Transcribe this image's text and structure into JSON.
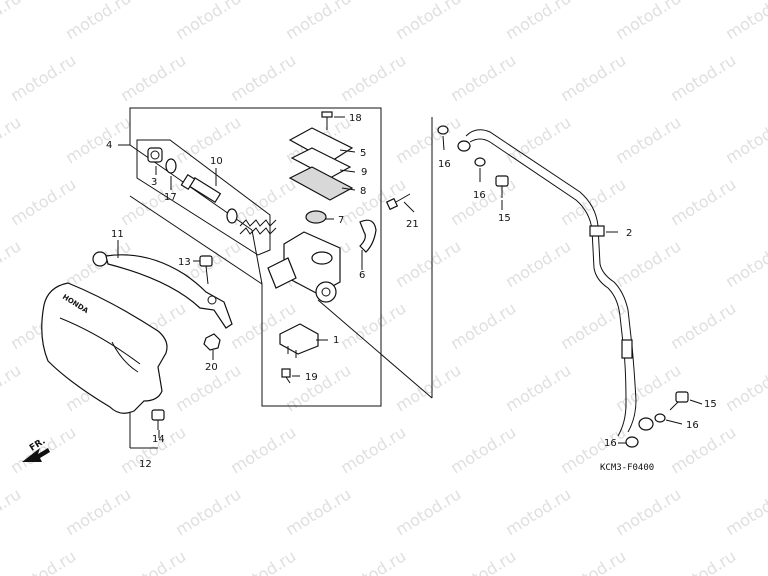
{
  "watermark": "motod.ru",
  "diagram_code": "KCM3-F0400",
  "front_label": "FR.",
  "guard_brand": "HONDA",
  "callouts": [
    "1",
    "2",
    "3",
    "4",
    "5",
    "6",
    "7",
    "8",
    "9",
    "10",
    "11",
    "12",
    "13",
    "14",
    "15",
    "15",
    "16",
    "16",
    "16",
    "16",
    "17",
    "18",
    "19",
    "20",
    "21"
  ]
}
